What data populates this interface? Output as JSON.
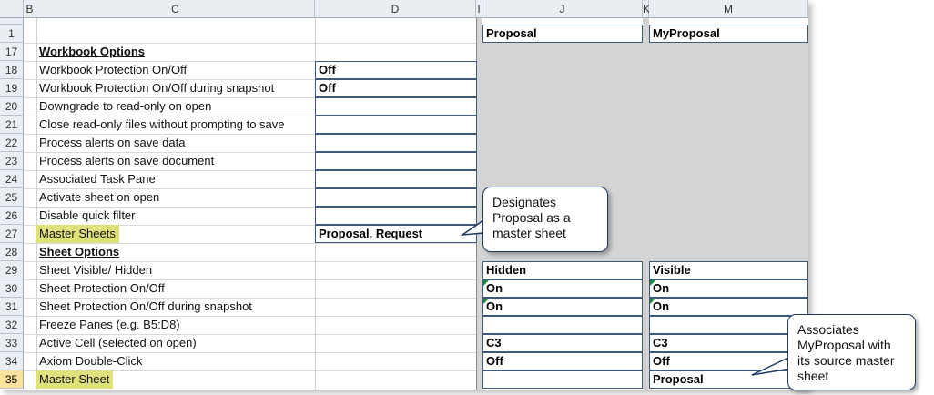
{
  "columns": {
    "b": "B",
    "c": "C",
    "d": "D",
    "i": "I",
    "j": "J",
    "k": "K",
    "m": "M"
  },
  "rows": [
    {
      "num": "1",
      "label": "",
      "style": "normal"
    },
    {
      "num": "17",
      "label": "Workbook Options",
      "style": "section"
    },
    {
      "num": "18",
      "label": "Workbook Protection On/Off",
      "style": "normal"
    },
    {
      "num": "19",
      "label": "Workbook Protection On/Off during snapshot",
      "style": "normal"
    },
    {
      "num": "20",
      "label": "Downgrade to read-only on open",
      "style": "normal"
    },
    {
      "num": "21",
      "label": "Close read-only files without prompting to save",
      "style": "normal"
    },
    {
      "num": "22",
      "label": "Process alerts on save data",
      "style": "normal"
    },
    {
      "num": "23",
      "label": "Process alerts on save document",
      "style": "normal"
    },
    {
      "num": "24",
      "label": "Associated Task Pane",
      "style": "normal"
    },
    {
      "num": "25",
      "label": "Activate sheet on open",
      "style": "normal"
    },
    {
      "num": "26",
      "label": "Disable quick filter",
      "style": "normal"
    },
    {
      "num": "27",
      "label": "Master Sheets",
      "style": "highlight"
    },
    {
      "num": "28",
      "label": "Sheet Options",
      "style": "section"
    },
    {
      "num": "29",
      "label": "Sheet Visible/ Hidden",
      "style": "normal"
    },
    {
      "num": "30",
      "label": "Sheet Protection On/Off",
      "style": "normal"
    },
    {
      "num": "31",
      "label": "Sheet Protection On/Off during snapshot",
      "style": "normal"
    },
    {
      "num": "32",
      "label": "Freeze Panes (e.g. B5:D8)",
      "style": "normal"
    },
    {
      "num": "33",
      "label": "Active Cell (selected on open)",
      "style": "normal"
    },
    {
      "num": "34",
      "label": "Axiom Double-Click",
      "style": "normal"
    },
    {
      "num": "35",
      "label": "Master Sheet",
      "style": "highlight"
    }
  ],
  "headers": {
    "j": "Proposal",
    "m": "MyProposal"
  },
  "column_d": [
    "Off",
    "Off",
    "",
    "",
    "",
    "",
    "",
    "",
    "",
    "Proposal, Request"
  ],
  "column_j": [
    "Hidden",
    "On",
    "On",
    "",
    "C3",
    "Off",
    ""
  ],
  "column_m": [
    "Visible",
    "On",
    "On",
    "",
    "C3",
    "Off",
    "Proposal"
  ],
  "selected_row": "35",
  "callouts": {
    "designates": "Designates Proposal as a master sheet",
    "associates": "Associates MyProposal with its source master sheet"
  }
}
